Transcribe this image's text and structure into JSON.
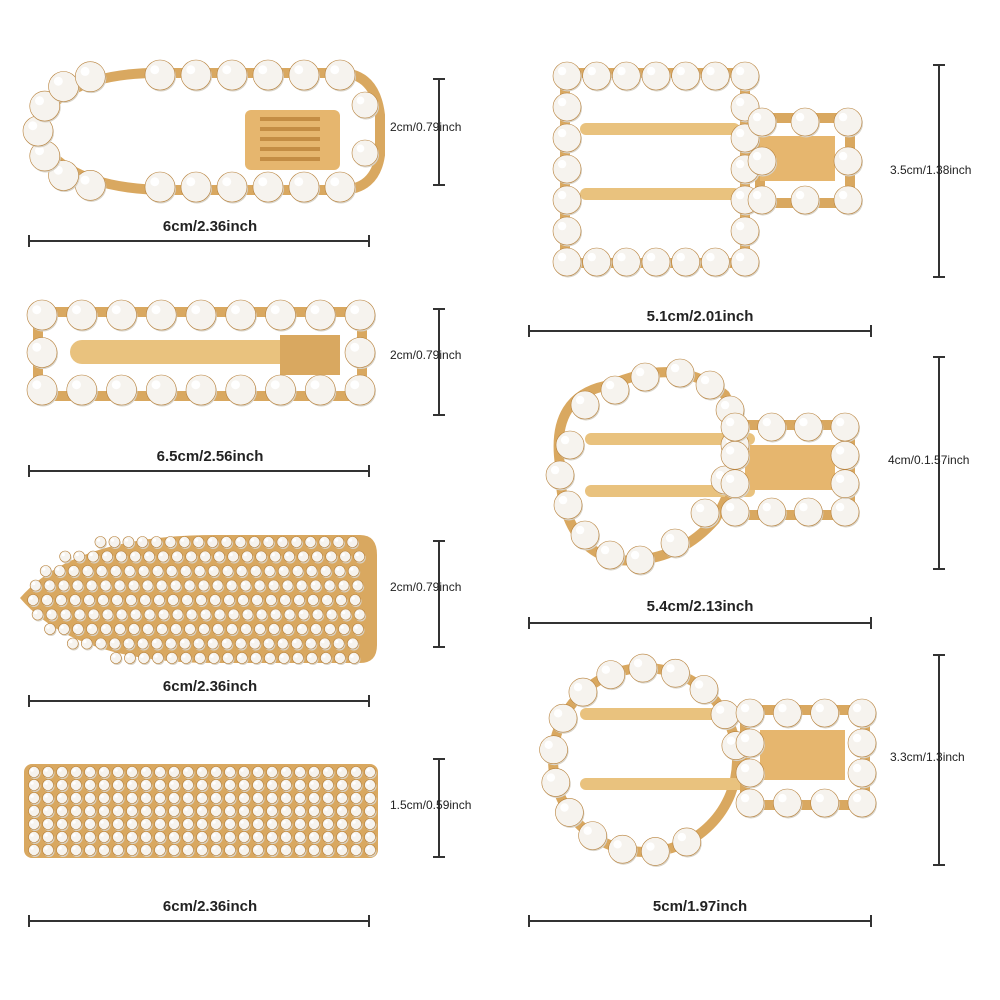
{
  "colors": {
    "pearl": "#f6f3ee",
    "pearl_shadow": "#d9d3c7",
    "gold": "#d9a860",
    "gold_dark": "#b8823c",
    "gold_light": "#f3d59a",
    "line": "#333333"
  },
  "clips": [
    {
      "id": "teardrop-clip",
      "width_label": "6cm/2.36inch",
      "height_label": "2cm/0.79inch"
    },
    {
      "id": "rectangle-clip",
      "width_label": "6.5cm/2.56inch",
      "height_label": "2cm/0.79inch"
    },
    {
      "id": "pave-teardrop-clip",
      "width_label": "6cm/2.36inch",
      "height_label": "2cm/0.79inch"
    },
    {
      "id": "pave-rectangle-clip",
      "width_label": "6cm/2.36inch",
      "height_label": "1.5cm/0.59inch"
    },
    {
      "id": "square-clip",
      "width_label": "5.1cm/2.01inch",
      "height_label": "3.5cm/1.38inch"
    },
    {
      "id": "heart-clip",
      "width_label": "5.4cm/2.13inch",
      "height_label": "4cm/0.1.57inch"
    },
    {
      "id": "circle-clip",
      "width_label": "5cm/1.97inch",
      "height_label": "3.3cm/1.3inch"
    }
  ]
}
